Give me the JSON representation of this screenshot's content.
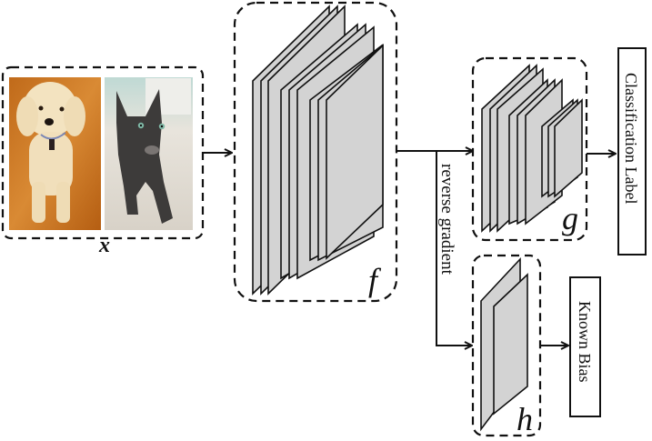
{
  "diagram": {
    "input": {
      "label": "x",
      "images": [
        "dog photo",
        "black kitten photo"
      ]
    },
    "feature_extractor": {
      "label": "f"
    },
    "classifier_head": {
      "label": "g"
    },
    "bias_head": {
      "label": "h"
    },
    "gradient_label": "reverse gradient",
    "outputs": {
      "classification": "Classification Label",
      "bias": "Known Bias"
    },
    "colors": {
      "sheet_fill": "#d3d3d3",
      "stroke": "#111111",
      "background": "#ffffff"
    }
  }
}
